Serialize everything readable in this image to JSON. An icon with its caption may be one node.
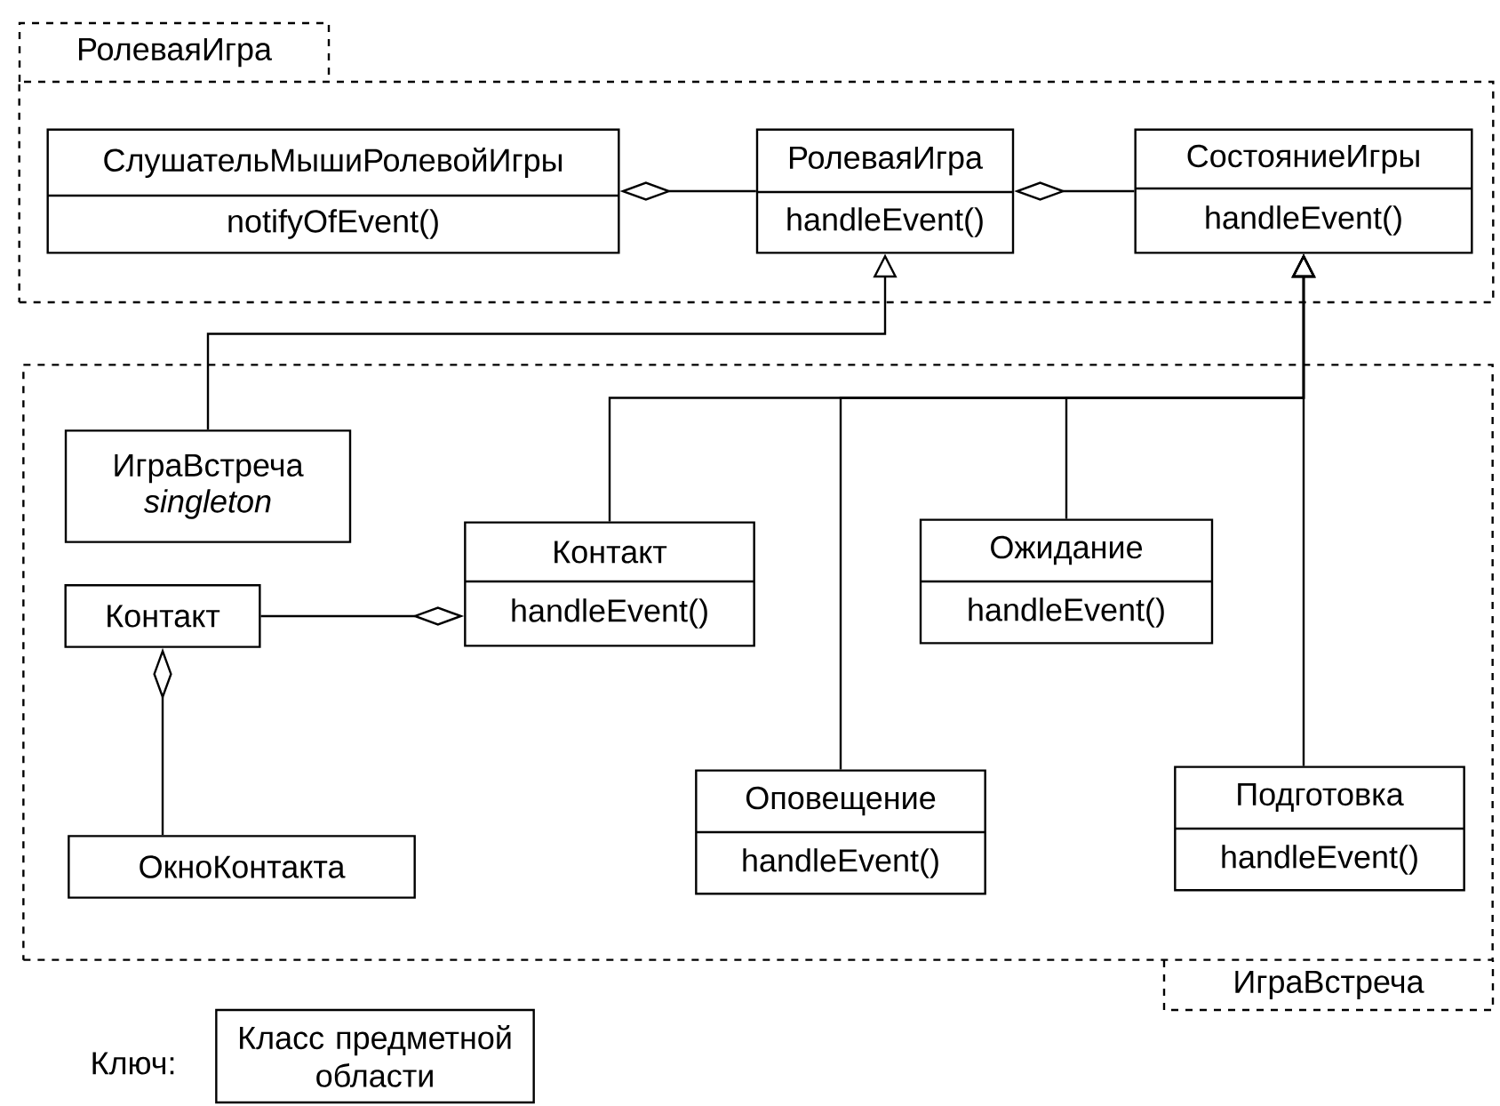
{
  "diagram": {
    "nodes": [
      {
        "text": [
          "РолеваяИгра"
        ]
      },
      {
        "text": [
          "СлушательМышиРолевойИгры",
          "notifyOfEvent()"
        ],
        "in": 0
      },
      {
        "text": [
          "РолеваяИгра",
          "handleEvent()"
        ],
        "in": 0
      },
      {
        "text": [
          "СостояниеИгры",
          "handleEvent()"
        ],
        "in": 0
      },
      {
        "text": [
          "ИграВстреча"
        ]
      },
      {
        "text": [
          "ИграВстреча",
          "singleton"
        ],
        "in": 4
      },
      {
        "text": [
          "Контакт",
          "handleEvent()"
        ],
        "in": 4
      },
      {
        "text": [
          "Ожидание",
          "handleEvent()"
        ],
        "in": 4
      },
      {
        "text": [
          "Контакт"
        ],
        "in": 4
      },
      {
        "text": [
          "ОкноКонтакта"
        ],
        "in": 4
      },
      {
        "text": [
          "Оповещение",
          "handleEvent()"
        ],
        "in": 4
      },
      {
        "text": [
          "Подготовка",
          "handleEvent()"
        ],
        "in": 4
      },
      {
        "text": [
          "Класс предметной области"
        ]
      }
    ],
    "edges": [
      {
        "from": 1,
        "to": 2,
        "arrow": "other"
      },
      {
        "from": 2,
        "to": 3,
        "arrow": "other"
      },
      {
        "from": 5,
        "to": 2,
        "arrow": "to"
      },
      {
        "from": 6,
        "to": 3,
        "arrow": "to"
      },
      {
        "from": 10,
        "to": 3,
        "arrow": "to"
      },
      {
        "from": 7,
        "to": 3,
        "arrow": "to"
      },
      {
        "from": 11,
        "to": 3,
        "arrow": "to"
      },
      {
        "from": 6,
        "to": 8,
        "arrow": "other"
      },
      {
        "from": 8,
        "to": 9,
        "arrow": "other"
      }
    ],
    "labels": [
      "Ключ:"
    ]
  }
}
